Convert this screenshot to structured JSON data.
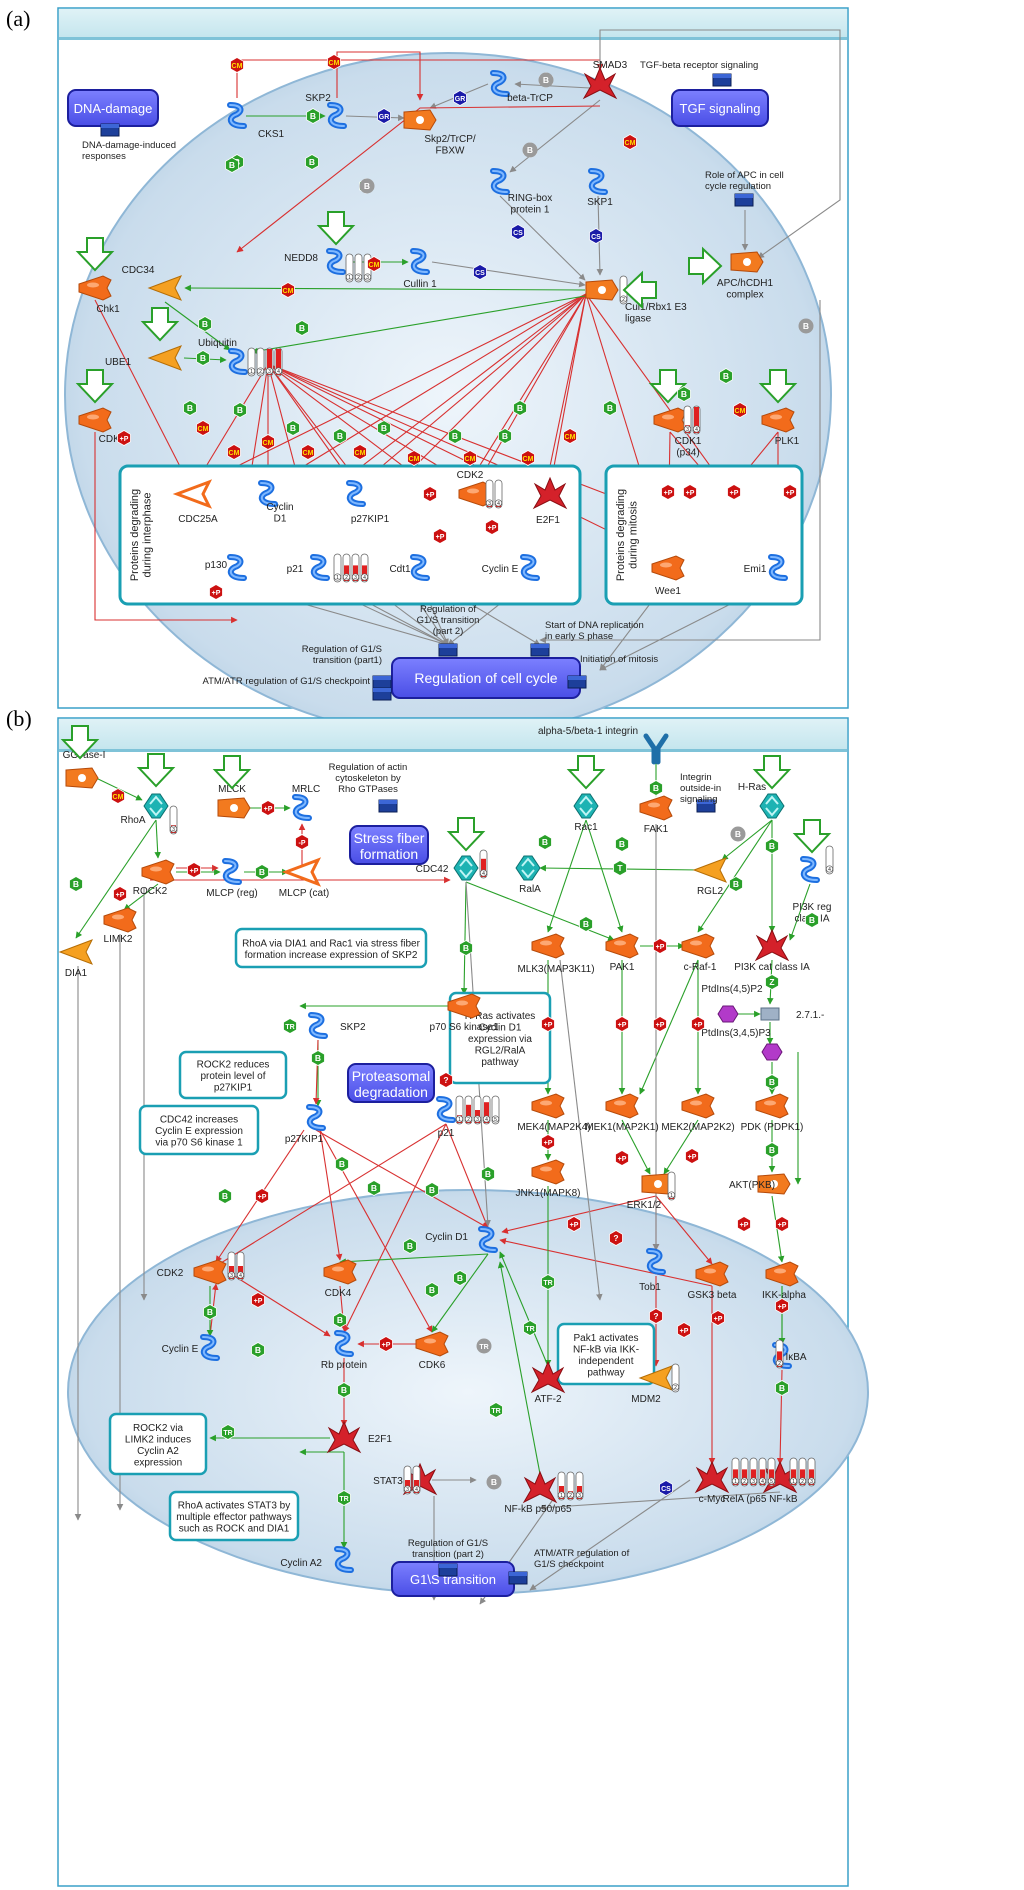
{
  "panel_a": {
    "letter": "(a)",
    "colors": {
      "ink": "#222222",
      "blue": "#1e6fd8",
      "orange": "#f06a1a",
      "red": "#cc1111",
      "green": "#2aa02a",
      "mechBox": "#5b5ff0"
    },
    "mechanisms": [
      {
        "id": "a_dna",
        "label": "DNA-damage"
      },
      {
        "id": "a_tgf",
        "label": "TGF signaling"
      },
      {
        "id": "a_reg",
        "label": "Regulation of cell cycle"
      }
    ],
    "maps": [
      {
        "id": "m1",
        "label": "DNA-damage-induced\nresponses"
      },
      {
        "id": "m2",
        "label": "TGF-beta receptor signaling"
      },
      {
        "id": "m3",
        "label": "Role of APC in cell\ncycle regulation"
      },
      {
        "id": "m4",
        "label": "Regulation of\nG1/S transition\n(part 2)"
      },
      {
        "id": "m5",
        "label": "Start of DNA replication\nin early S phase"
      },
      {
        "id": "m6",
        "label": "Regulation of G1/S\ntransition (part1)"
      },
      {
        "id": "m7",
        "label": "Initiation of mitosis"
      },
      {
        "id": "m8",
        "label": "ATM/ATR regulation of G1/S checkpoint"
      }
    ],
    "groups": [
      {
        "id": "ga",
        "label": "Proteins degrading\nduring interphase"
      },
      {
        "id": "gb",
        "label": "Proteins degrading\nduring mitosis"
      }
    ],
    "nodes": [
      {
        "id": "CKS1",
        "label": "CKS1",
        "type": "protein"
      },
      {
        "id": "SKP2",
        "label": "SKP2",
        "type": "protein"
      },
      {
        "id": "SKPTR",
        "label": "Skp2/TrCP/\nFBXW",
        "type": "complex"
      },
      {
        "id": "BTRCP",
        "label": "beta-TrCP",
        "type": "protein"
      },
      {
        "id": "SMAD3",
        "label": "SMAD3",
        "type": "tf"
      },
      {
        "id": "RING",
        "label": "RING-box\nprotein 1",
        "type": "protein"
      },
      {
        "id": "SKP1",
        "label": "SKP1",
        "type": "protein"
      },
      {
        "id": "NEDD8",
        "label": "NEDD8",
        "type": "protein"
      },
      {
        "id": "CUL1",
        "label": "Cullin 1",
        "type": "protein"
      },
      {
        "id": "CUL1R",
        "label": "Cul1/Rbx1 E3\nligase",
        "type": "complex"
      },
      {
        "id": "APC",
        "label": "APC/hCDH1\ncomplex",
        "type": "complex"
      },
      {
        "id": "CHK1",
        "label": "Chk1",
        "type": "kinase"
      },
      {
        "id": "CDC34",
        "label": "CDC34",
        "type": "enzyme"
      },
      {
        "id": "UBQ",
        "label": "Ubiquitin",
        "type": "protein"
      },
      {
        "id": "UBE1",
        "label": "UBE1",
        "type": "enzyme"
      },
      {
        "id": "CDK4",
        "label": "CDK4",
        "type": "kinase"
      },
      {
        "id": "CDK1",
        "label": "CDK1\n(p34)",
        "type": "kinase"
      },
      {
        "id": "PLK1",
        "label": "PLK1",
        "type": "kinase"
      },
      {
        "id": "CDC25A",
        "label": "CDC25A",
        "type": "phosphatase"
      },
      {
        "id": "CCND1",
        "label": "Cyclin\nD1",
        "type": "protein"
      },
      {
        "id": "P27",
        "label": "p27KIP1",
        "type": "protein"
      },
      {
        "id": "CDK2",
        "label": "CDK2",
        "type": "kinase"
      },
      {
        "id": "E2F1",
        "label": "E2F1",
        "type": "tf"
      },
      {
        "id": "P130",
        "label": "p130",
        "type": "protein"
      },
      {
        "id": "P21",
        "label": "p21",
        "type": "protein"
      },
      {
        "id": "CDT1",
        "label": "Cdt1",
        "type": "protein"
      },
      {
        "id": "CCNE",
        "label": "Cyclin E",
        "type": "protein"
      },
      {
        "id": "WEE1",
        "label": "Wee1",
        "type": "kinase"
      },
      {
        "id": "EMI1",
        "label": "Emi1",
        "type": "protein"
      }
    ],
    "badge_legend": {
      "B": "B",
      "CM": "CM",
      "GR": "GR",
      "CS": "CS",
      "+P": "+P",
      "-P": "-P",
      "Z": "Z",
      "T": "T",
      "TR": "TR",
      "?": "?"
    }
  },
  "panel_b": {
    "letter": "(b)",
    "mechanisms": [
      {
        "id": "b_stress",
        "label": "Stress fiber\nformation"
      },
      {
        "id": "b_prot",
        "label": "Proteasomal\ndegradation"
      },
      {
        "id": "b_g1s",
        "label": "G1\\S transition"
      }
    ],
    "notes": [
      {
        "id": "n1",
        "label": "RhoA via DIA1 and Rac1 via stress fiber\nformation increase expression of SKP2"
      },
      {
        "id": "n2",
        "label": "H-Ras activates\nCyclin D1\nexpression via\nRGL2/RalA\npathway"
      },
      {
        "id": "n3",
        "label": "ROCK2 reduces\nprotein level of\np27KIP1"
      },
      {
        "id": "n4",
        "label": "CDC42 increases\nCyclin E expression\nvia p70 S6 kinase 1"
      },
      {
        "id": "n5",
        "label": "Pak1 activates\nNF-kB via IKK-\nindependent\npathway"
      },
      {
        "id": "n6",
        "label": "ROCK2 via\nLIMK2 induces\nCyclin A2\nexpression"
      },
      {
        "id": "n7",
        "label": "RhoA activates STAT3 by\nmultiple effector pathways\nsuch as ROCK and DIA1"
      }
    ],
    "maps": [
      {
        "id": "bm1",
        "label": "Regulation of actin\ncytoskeleton by\nRho GTPases"
      },
      {
        "id": "bm2",
        "label": "Integrin\noutside-in\nsignaling"
      },
      {
        "id": "bm3",
        "label": "Regulation of G1/S\ntransition (part 2)"
      },
      {
        "id": "bm4",
        "label": "ATM/ATR regulation of\nG1/S checkpoint"
      }
    ],
    "nodes": [
      {
        "id": "GGT",
        "label": "GGTase-I"
      },
      {
        "id": "RHOA",
        "label": "RhoA"
      },
      {
        "id": "MLCK",
        "label": "MLCK"
      },
      {
        "id": "MRLC",
        "label": "MRLC"
      },
      {
        "id": "ROCK2",
        "label": "ROCK2"
      },
      {
        "id": "MLCPR",
        "label": "MLCP (reg)"
      },
      {
        "id": "MLCPC",
        "label": "MLCP (cat)"
      },
      {
        "id": "LIMK2",
        "label": "LIMK2"
      },
      {
        "id": "DIA1",
        "label": "DIA1"
      },
      {
        "id": "ITG",
        "label": "alpha-5/beta-1 integrin"
      },
      {
        "id": "FAK1",
        "label": "FAK1"
      },
      {
        "id": "RAC1",
        "label": "Rac1"
      },
      {
        "id": "HRAS",
        "label": "H-Ras"
      },
      {
        "id": "CDC42",
        "label": "CDC42"
      },
      {
        "id": "RALA",
        "label": "RalA"
      },
      {
        "id": "RGL2",
        "label": "RGL2"
      },
      {
        "id": "PI3KR",
        "label": "PI3K reg\nclass IA"
      },
      {
        "id": "MLK3",
        "label": "MLK3(MAP3K11)"
      },
      {
        "id": "PAK1",
        "label": "PAK1"
      },
      {
        "id": "CRAF",
        "label": "c-Raf-1"
      },
      {
        "id": "PI3KC",
        "label": "PI3K cat class IA"
      },
      {
        "id": "P70",
        "label": "p70 S6 kinase1"
      },
      {
        "id": "PIP2",
        "label": "PtdIns(4,5)P2"
      },
      {
        "id": "EC",
        "label": "2.7.1.-"
      },
      {
        "id": "PIP3",
        "label": "PtdIns(3,4,5)P3"
      },
      {
        "id": "SKP2",
        "label": "SKP2"
      },
      {
        "id": "P27",
        "label": "p27KIP1"
      },
      {
        "id": "P21",
        "label": "p21"
      },
      {
        "id": "MEK4",
        "label": "MEK4(MAP2K4)"
      },
      {
        "id": "MEK1",
        "label": "MEK1(MAP2K1)"
      },
      {
        "id": "MEK2",
        "label": "MEK2(MAP2K2)"
      },
      {
        "id": "PDK",
        "label": "PDK (PDPK1)"
      },
      {
        "id": "JNK1",
        "label": "JNK1(MAPK8)"
      },
      {
        "id": "ERK",
        "label": "ERK1/2"
      },
      {
        "id": "AKT",
        "label": "AKT(PKB)"
      },
      {
        "id": "CCND1",
        "label": "Cyclin D1"
      },
      {
        "id": "CDK2",
        "label": "CDK2"
      },
      {
        "id": "CDK4",
        "label": "CDK4"
      },
      {
        "id": "TOB1",
        "label": "Tob1"
      },
      {
        "id": "GSK3B",
        "label": "GSK3 beta"
      },
      {
        "id": "IKKA",
        "label": "IKK-alpha"
      },
      {
        "id": "CCNE",
        "label": "Cyclin E"
      },
      {
        "id": "RB",
        "label": "Rb protein"
      },
      {
        "id": "CDK6",
        "label": "CDK6"
      },
      {
        "id": "ATF2",
        "label": "ATF-2"
      },
      {
        "id": "MDM2",
        "label": "MDM2"
      },
      {
        "id": "IKBA",
        "label": "IκBA"
      },
      {
        "id": "E2F1",
        "label": "E2F1"
      },
      {
        "id": "STAT3",
        "label": "STAT3"
      },
      {
        "id": "NFKB",
        "label": "NF-kB p50/p65"
      },
      {
        "id": "CMYC",
        "label": "c-Myc"
      },
      {
        "id": "RELA",
        "label": "RelA (p65 NF-kB"
      },
      {
        "id": "CCNA2",
        "label": "Cyclin A2"
      }
    ]
  }
}
